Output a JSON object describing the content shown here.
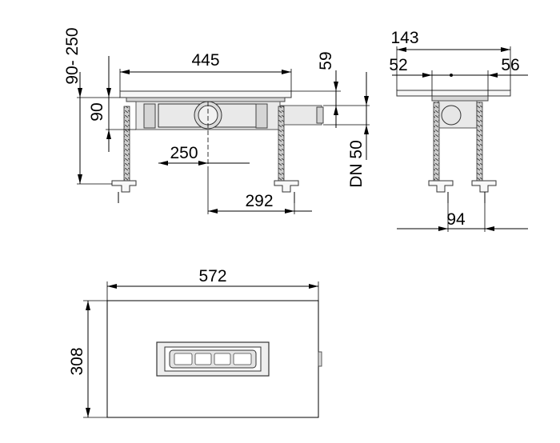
{
  "front_view": {
    "overall_width": "445",
    "height_range": "90- 250",
    "body_height": "90",
    "outlet_offset": "250",
    "outlet_position": "292",
    "grate_height": "59",
    "outlet_size": "DN 50"
  },
  "side_view": {
    "overall_width": "143",
    "left_offset": "52",
    "right_offset": "56",
    "foot_spacing": "94"
  },
  "top_view": {
    "length": "572",
    "width": "308"
  }
}
